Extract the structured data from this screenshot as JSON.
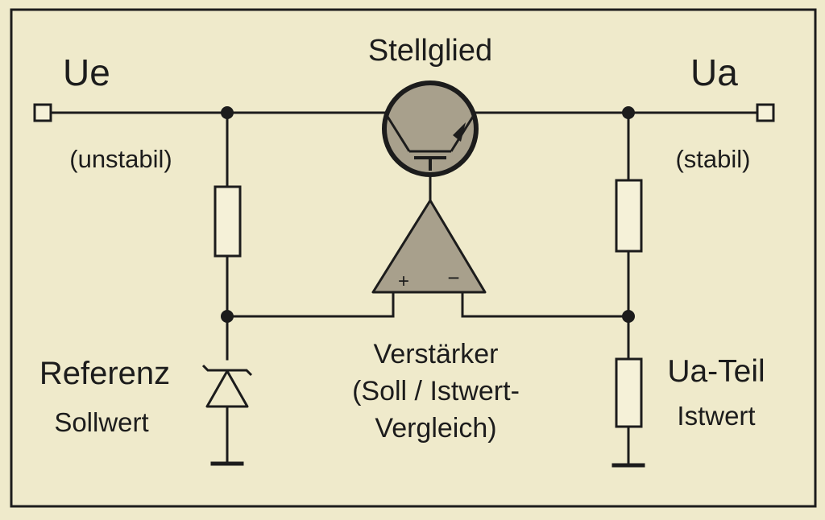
{
  "colors": {
    "paper": "#efeacb",
    "ink": "#1c1c1c",
    "fill": "#a8a08c"
  },
  "labels": {
    "ue": "Ue",
    "ue_note": "(unstabil)",
    "ua": "Ua",
    "ua_note": "(stabil)",
    "control": "Stellglied",
    "reference": "Referenz",
    "reference_sub": "Sollwert",
    "amp_line1": "Verstärker",
    "amp_line2": "(Soll / Istwert-",
    "amp_line3": "Vergleich)",
    "divider": "Ua-Teil",
    "divider_sub": "Istwert",
    "plus": "+",
    "minus": "−"
  }
}
